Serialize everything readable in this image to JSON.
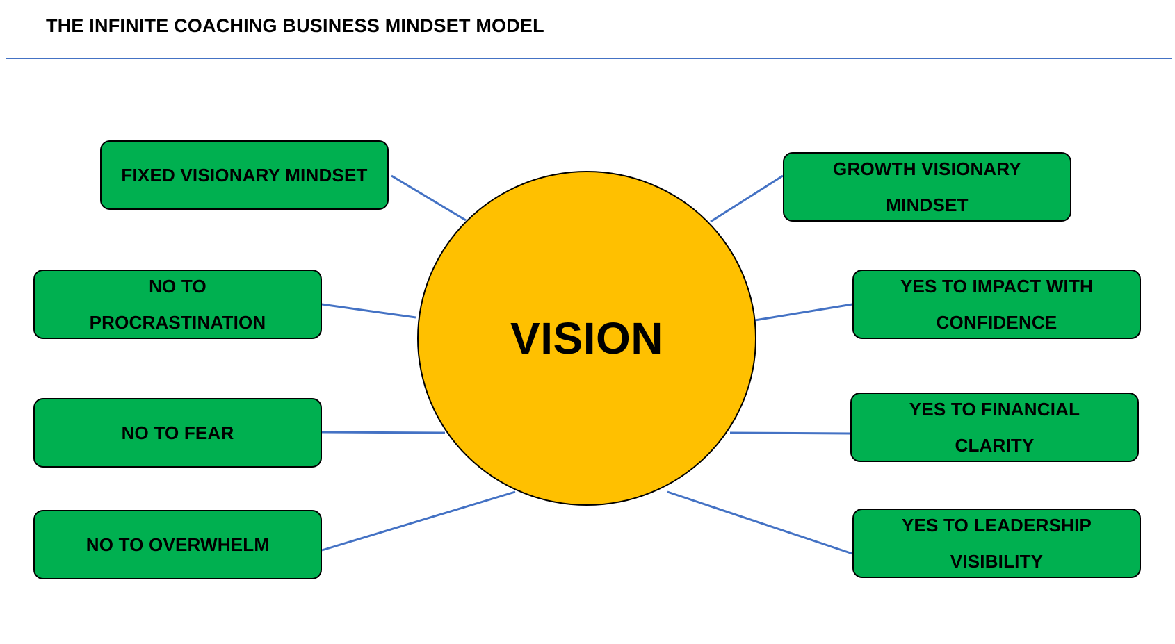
{
  "title": "THE INFINITE COACHING BUSINESS MINDSET MODEL",
  "colors": {
    "hub_fill": "#ffc000",
    "node_fill": "#00b050",
    "connector": "#4472c4",
    "rule": "#4472c4"
  },
  "hub": {
    "label": "VISION"
  },
  "nodes": {
    "fixed_visionary": {
      "label": "FIXED VISIONARY MINDSET"
    },
    "growth_visionary": {
      "label": "GROWTH VISIONARY MINDSET"
    },
    "no_procrastination": {
      "label": "NO TO PROCRASTINATION"
    },
    "yes_impact": {
      "label": "YES TO IMPACT WITH CONFIDENCE"
    },
    "no_fear": {
      "label": "NO TO FEAR"
    },
    "yes_financial": {
      "label": "YES TO FINANCIAL CLARITY"
    },
    "no_overwhelm": {
      "label": "NO TO OVERWHELM"
    },
    "yes_leadership": {
      "label": "YES TO LEADERSHIP VISIBILITY"
    }
  }
}
